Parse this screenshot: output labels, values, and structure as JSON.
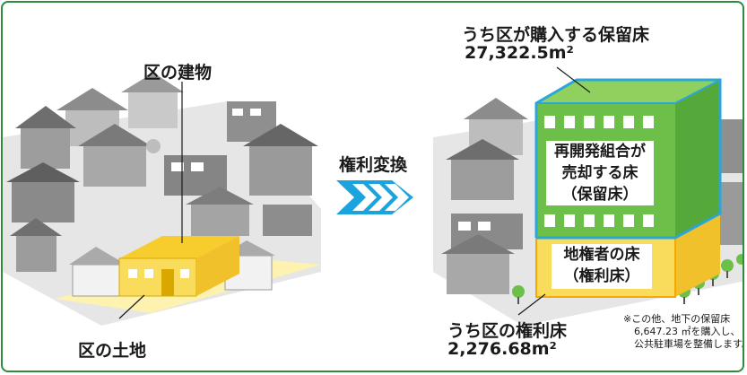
{
  "left": {
    "building_label": "区の建物",
    "land_label": "区の土地"
  },
  "arrow": {
    "label": "権利変換"
  },
  "right": {
    "purchase_label": "うち区が購入する保留床",
    "purchase_area": "27,322.5m²",
    "reserve_floor": {
      "line1": "再開発組合が",
      "line2": "売却する床",
      "line3": "（保留床）"
    },
    "rights_floor": {
      "line1": "地権者の床",
      "line2": "（権利床）"
    },
    "ward_rights_label": "うち区の権利床",
    "ward_rights_area": "2,276.68m²",
    "note": {
      "line1": "※この他、地下の保留床",
      "line2": "6,647.23 ㎡を購入し、",
      "line3": "公共駐車場を整備します。"
    }
  },
  "colors": {
    "frame": "#2e8b3c",
    "arrow": "#1aa3dd",
    "reserve_green": "#6cc04a",
    "rights_yellow": "#f5d63d",
    "outline_blue": "#2aa7d8",
    "highlight_ground": "#fdf2b0"
  }
}
